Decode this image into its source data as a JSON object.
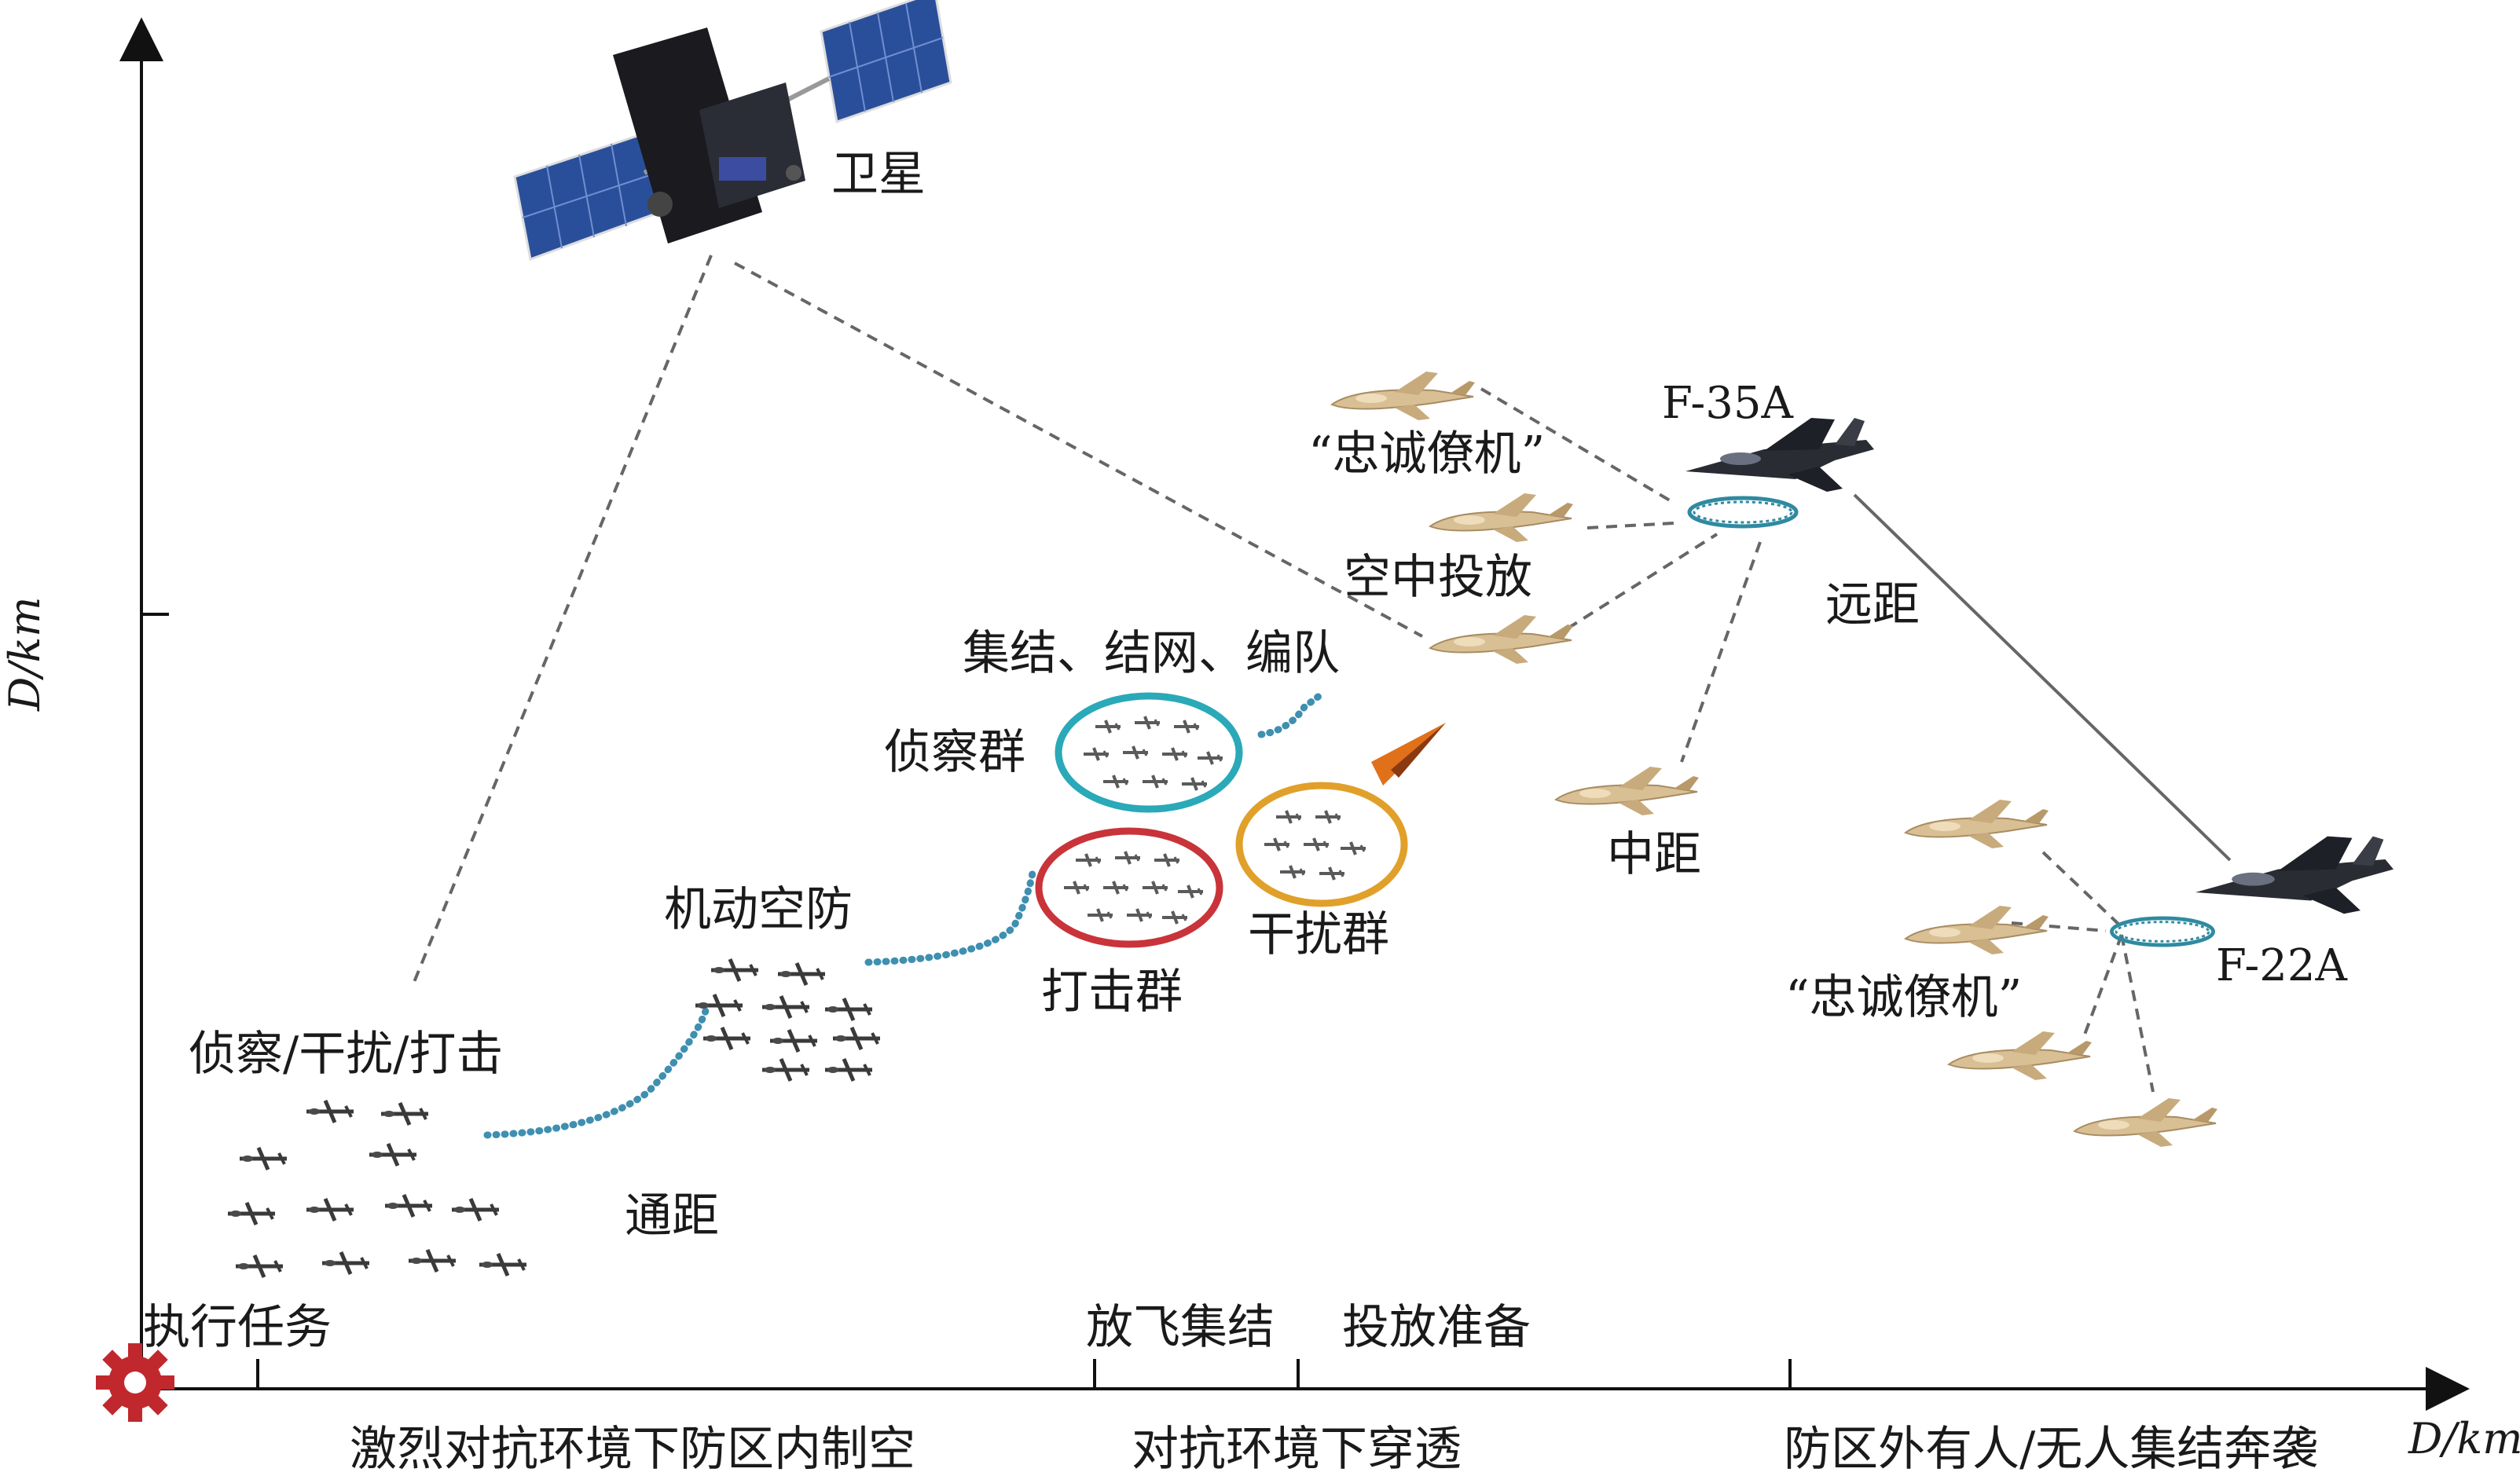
{
  "labels": {
    "satellite": "卫星",
    "f35a": "F-35A",
    "f22a": "F-22A",
    "loyal_wingman_top": "“忠诚僚机”",
    "loyal_wingman_bottom": "“忠诚僚机”",
    "air_launch": "空中投放",
    "long_range": "远距",
    "mid_range": "中距",
    "comm_range": "通距",
    "assemble_network_formation": "集结、结网、编队",
    "recon_group": "侦察群",
    "strike_group": "打击群",
    "jam_group": "干扰群",
    "mobile_air_defense": "机动空防",
    "recon_jam_strike": "侦察/干扰/打击"
  },
  "axis": {
    "y_label": "D/km",
    "x_label": "D/km",
    "ticks_above": [
      "执行任务",
      "放飞集结",
      "投放准备"
    ],
    "phases": [
      "激烈对抗环境下防区内制空",
      "对抗环境下穿透",
      "防区外有人/无人集结奔袭"
    ]
  },
  "colors": {
    "recon_ring": "#2aa9b8",
    "strike_ring": "#c8343a",
    "jam_ring": "#e0a02a",
    "datalink": "#3f8fb0",
    "missile": "#e0701a",
    "gear": "#c0282e"
  },
  "icons": {
    "satellite": "satellite-icon",
    "fighter": "fighter-jet-icon",
    "drone": "drone-icon",
    "swarm": "drone-swarm-icon",
    "origin": "gear-icon"
  }
}
